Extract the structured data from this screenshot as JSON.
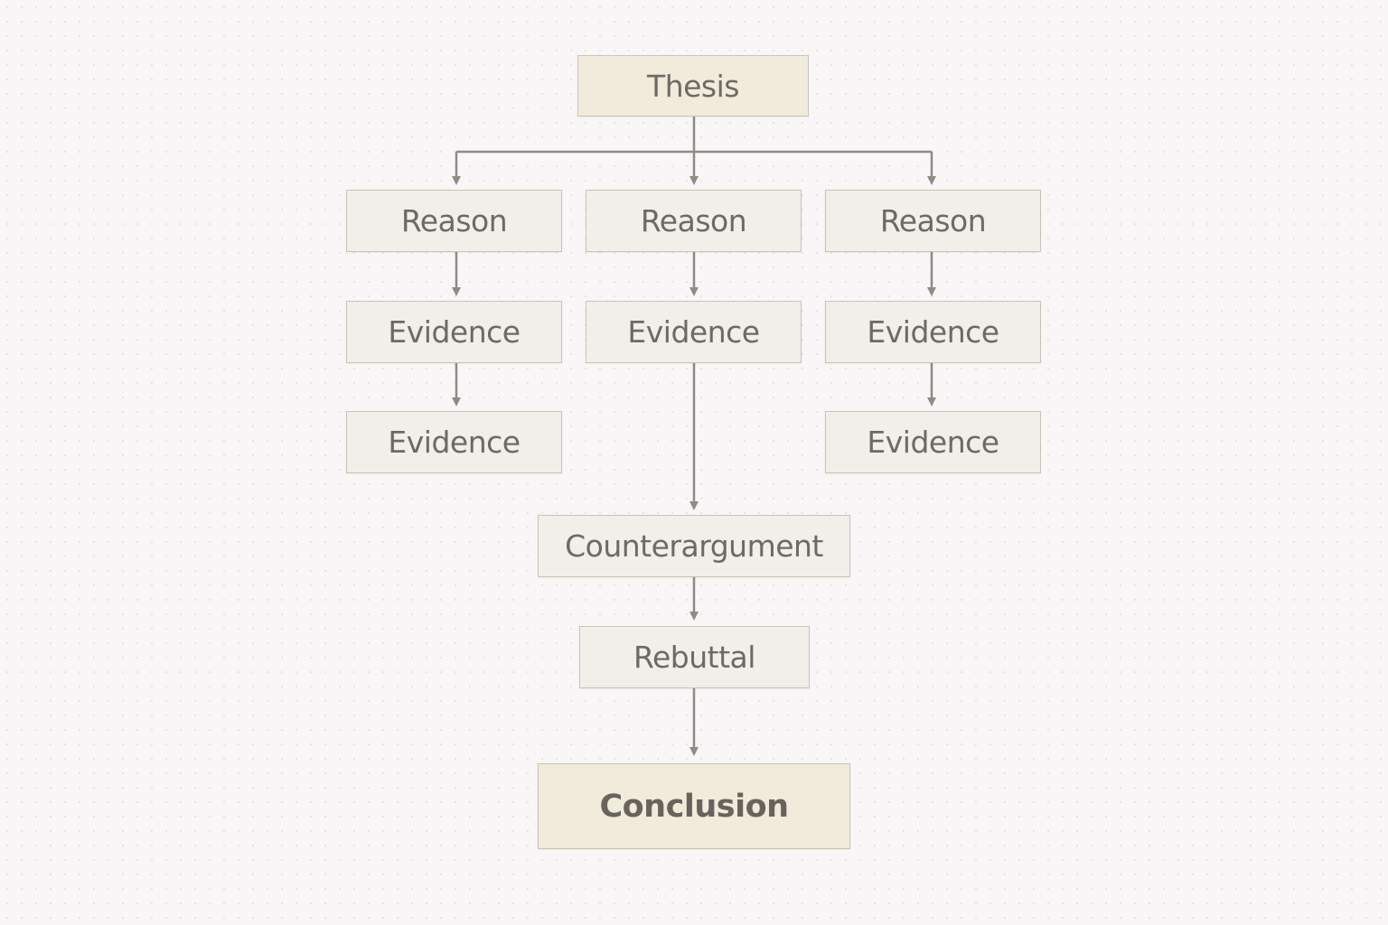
{
  "diagram": {
    "type": "argument-structure-flowchart",
    "nodes": {
      "thesis": "Thesis",
      "reason_left": "Reason",
      "reason_center": "Reason",
      "reason_right": "Reason",
      "evidence_left_1": "Evidence",
      "evidence_center_1": "Evidence",
      "evidence_right_1": "Evidence",
      "evidence_left_2": "Evidence",
      "evidence_right_2": "Evidence",
      "counterargument": "Counterargument",
      "rebuttal": "Rebuttal",
      "conclusion": "Conclusion"
    },
    "edges": [
      [
        "thesis",
        "reason_left"
      ],
      [
        "thesis",
        "reason_center"
      ],
      [
        "thesis",
        "reason_right"
      ],
      [
        "reason_left",
        "evidence_left_1"
      ],
      [
        "reason_center",
        "evidence_center_1"
      ],
      [
        "reason_right",
        "evidence_right_1"
      ],
      [
        "evidence_left_1",
        "evidence_left_2"
      ],
      [
        "evidence_right_1",
        "evidence_right_2"
      ],
      [
        "evidence_center_1",
        "counterargument"
      ],
      [
        "counterargument",
        "rebuttal"
      ],
      [
        "rebuttal",
        "conclusion"
      ]
    ],
    "colors": {
      "node_fill": "#f1efe9",
      "node_fill_warm": "#f1ebdc",
      "node_border": "#c9c3b8",
      "text": "#6d6a64",
      "edge": "#8f8b85",
      "background": "#f9f6f7"
    }
  }
}
